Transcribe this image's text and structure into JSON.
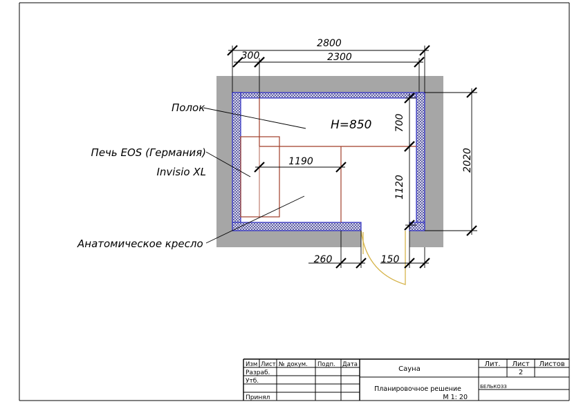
{
  "dimensions": {
    "overall_width": "2800",
    "wall_thickness": "300",
    "inner_width": "2300",
    "bench_depth_top": "700",
    "bench_depth_side": "1120",
    "overall_depth": "2020",
    "seat_width": "1190",
    "wall_left_of_door": "260",
    "wall_right_of_door": "150"
  },
  "labels": {
    "bench": "Полок",
    "bench_height": "H=850",
    "stove_line1": "Печь EOS (Германия)",
    "stove_line2": "Invisio XL",
    "chair": "Анатомическое кресло"
  },
  "title_block": {
    "headers": [
      "Изм",
      "Лист",
      "№ докум.",
      "Подп.",
      "Дата"
    ],
    "rows": [
      "Разраб.",
      "Утб.",
      "",
      "Принял"
    ],
    "object_name": "Сауна",
    "sheet_title": "Планировочное решение",
    "scale": "М 1: 20",
    "lit_header": "Лит.",
    "sheet_header": "Лист",
    "sheets_header": "Листов",
    "sheet_number": "2",
    "company": "БЕЛЬКОЗЗ"
  },
  "colors": {
    "wall": "#a6a6a6",
    "insulation": "#3434c8",
    "furniture": "#a03c28",
    "door": "#d6b44a",
    "line": "#000000"
  }
}
